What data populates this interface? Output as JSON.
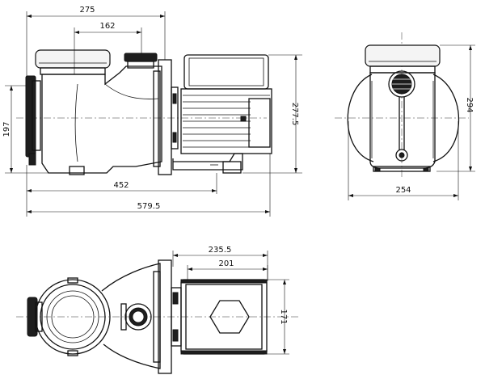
{
  "dimensions": {
    "side": {
      "top_outer": "275",
      "top_inner": "162",
      "height_inlet": "197",
      "height_total": "277.5",
      "length_base": "452",
      "length_total": "579.5"
    },
    "end": {
      "height": "294",
      "width": "254"
    },
    "top": {
      "motor_outer": "235.5",
      "motor_inner": "201",
      "motor_width": "171"
    }
  },
  "colors": {
    "line": "#111111",
    "fill_dark": "#1e1e1e",
    "background": "#ffffff"
  }
}
